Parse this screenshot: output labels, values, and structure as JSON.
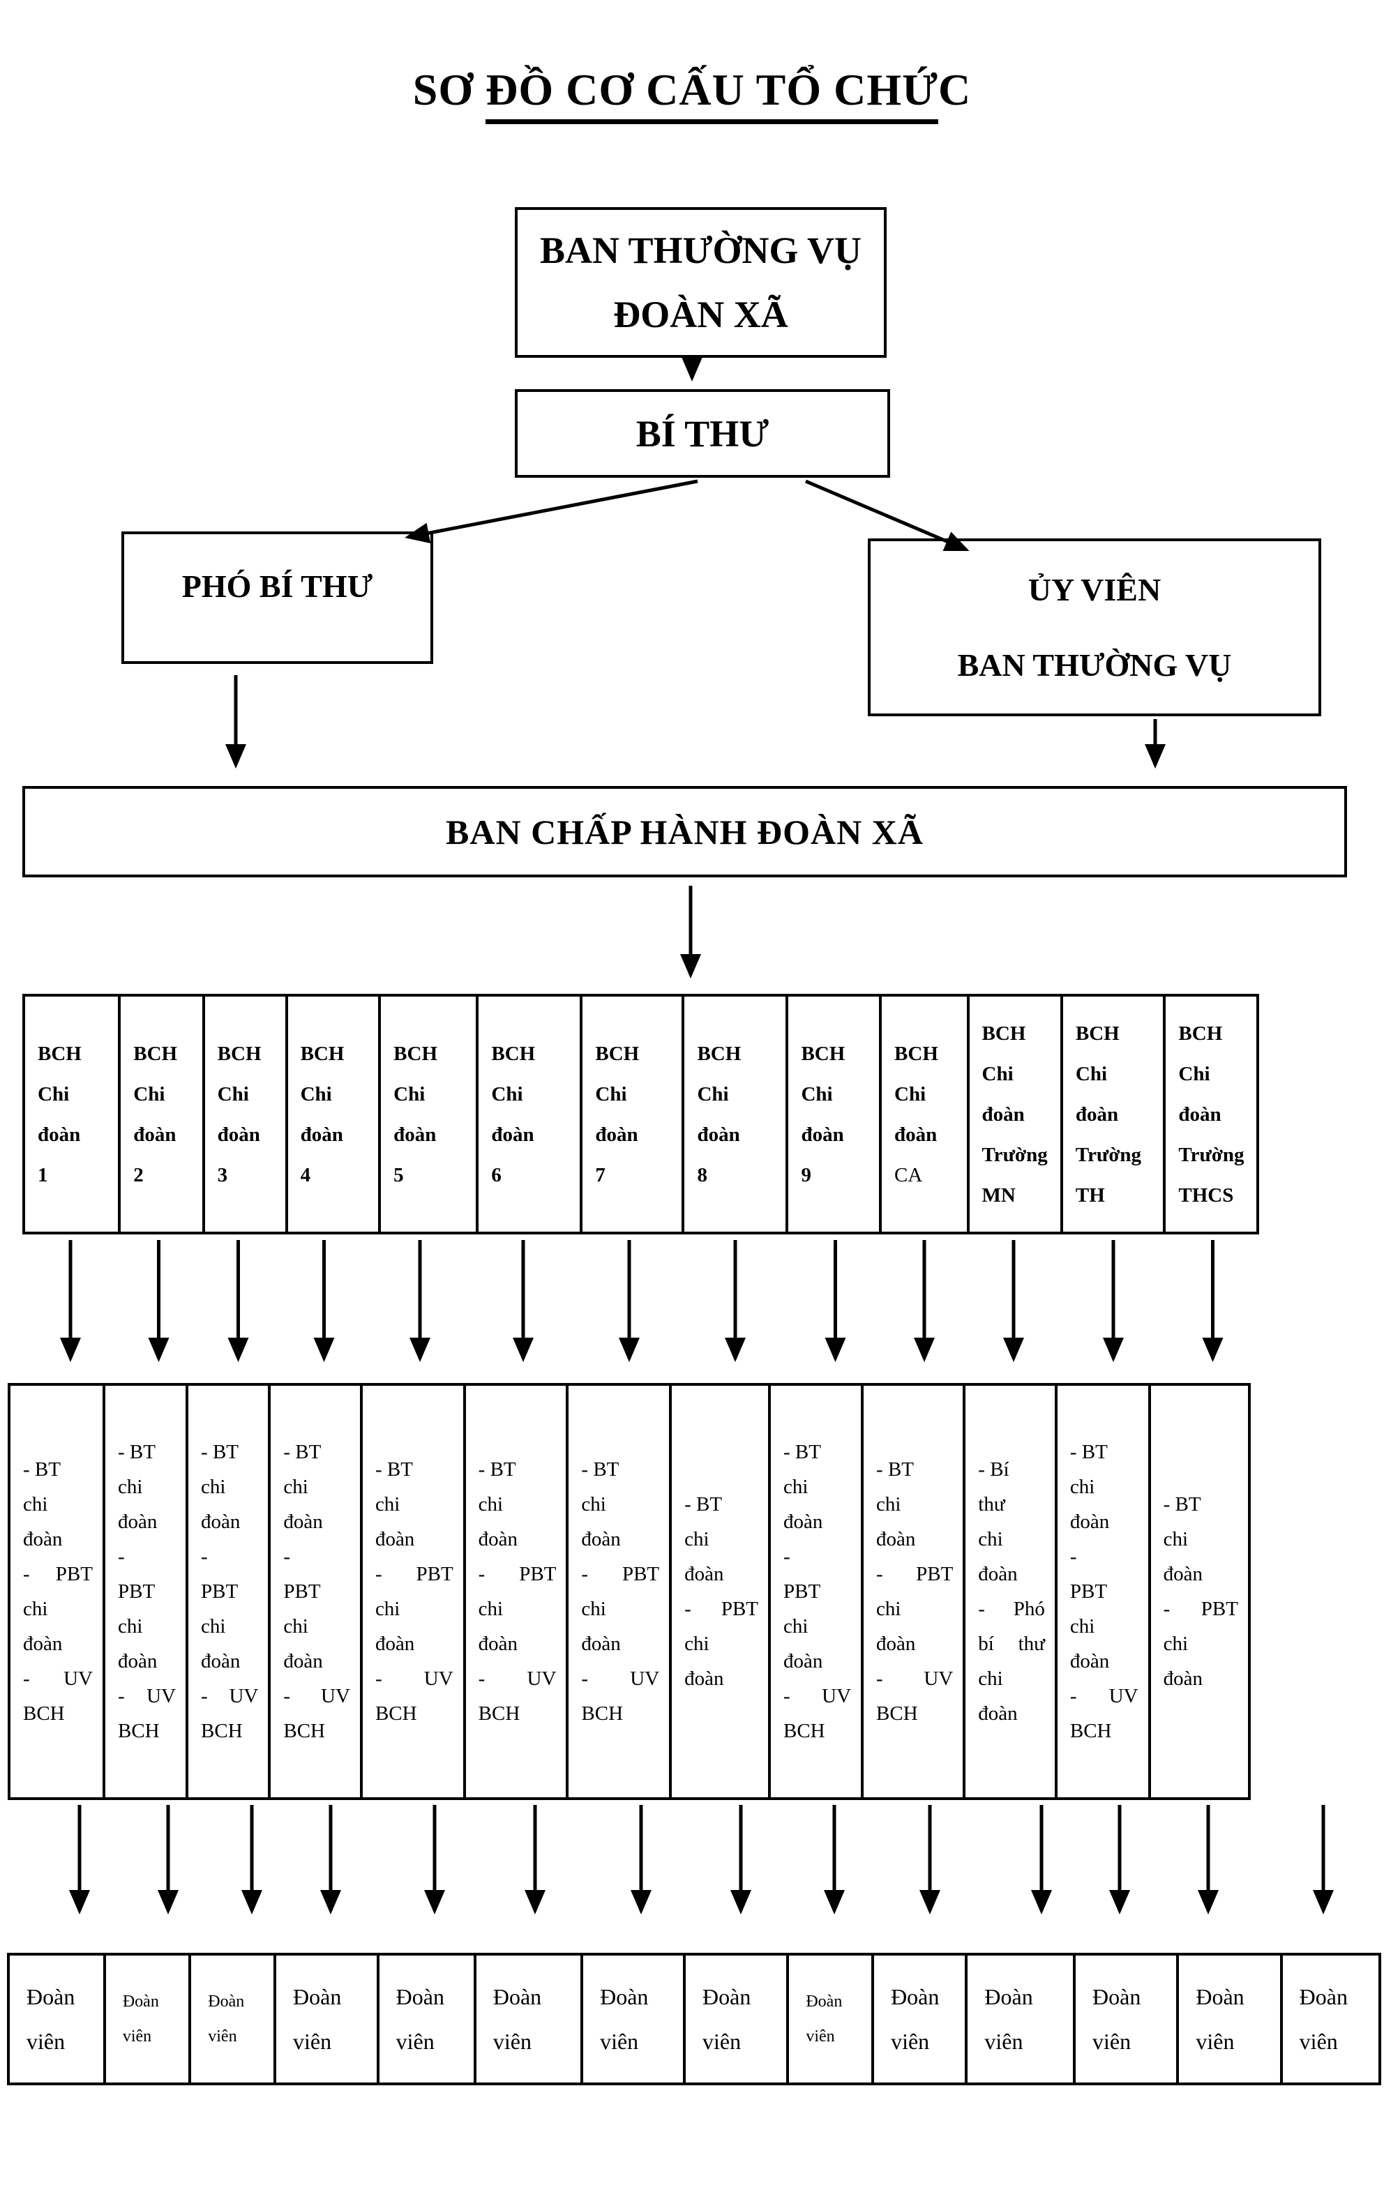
{
  "title": {
    "pre": "SƠ ",
    "underlined": "ĐỒ CƠ CẤU TỔ CHỨ",
    "post": "C"
  },
  "top_box": {
    "lines": [
      "BAN THƯỜNG VỤ",
      "ĐOÀN XÃ"
    ]
  },
  "secretary_box": {
    "label": "BÍ THƯ"
  },
  "deputy_box": {
    "label": "PHÓ BÍ THƯ"
  },
  "member_box": {
    "lines": [
      "ỦY VIÊN",
      "BAN THƯỜNG VỤ"
    ]
  },
  "executive_box": {
    "label": "BAN CHẤP HÀNH ĐOÀN XÃ"
  },
  "bch_row": {
    "cells": [
      {
        "lines": [
          "BCH",
          "Chi",
          "đoàn",
          "1"
        ]
      },
      {
        "lines": [
          "BCH",
          "Chi",
          "đoàn",
          "2"
        ]
      },
      {
        "lines": [
          "BCH",
          "Chi",
          "đoàn",
          "3"
        ]
      },
      {
        "lines": [
          "BCH",
          "Chi",
          "đoàn",
          "4"
        ]
      },
      {
        "lines": [
          "BCH",
          "Chi đoàn",
          "5"
        ]
      },
      {
        "lines": [
          "BCH",
          "Chi đoàn",
          "6"
        ]
      },
      {
        "lines": [
          "BCH",
          "Chi đoàn",
          "7"
        ]
      },
      {
        "lines": [
          "BCH",
          "Chi đoàn",
          "8"
        ]
      },
      {
        "lines": [
          "BCH",
          "Chi",
          "đoàn",
          "9"
        ]
      },
      {
        "lines": [
          "BCH",
          "Chi",
          "đoàn",
          "CA"
        ],
        "last_line_regular": true
      },
      {
        "lines": [
          "BCH",
          "Chi",
          "đoàn",
          "Trường",
          "MN"
        ]
      },
      {
        "lines": [
          "BCH",
          "Chi đoàn",
          "Trường",
          "TH"
        ]
      },
      {
        "lines": [
          "BCH",
          "Chi",
          "đoàn",
          "Trường",
          "THCS"
        ]
      }
    ]
  },
  "detail_row": {
    "cells": [
      {
        "lines": [
          "- BT",
          "chi",
          "đoàn",
          "- PBT",
          "chi",
          "đoàn",
          "- UV",
          "BCH"
        ]
      },
      {
        "lines": [
          "- BT",
          "chi",
          "đoàn",
          "-",
          "PBT",
          "chi",
          "đoàn",
          "- UV",
          "BCH"
        ]
      },
      {
        "lines": [
          "- BT",
          "chi",
          "đoàn",
          "-",
          "PBT",
          "chi",
          "đoàn",
          "- UV",
          "BCH"
        ]
      },
      {
        "lines": [
          "- BT",
          "chi",
          "đoàn",
          "-",
          "PBT",
          "chi",
          "đoàn",
          "- UV",
          "BCH"
        ]
      },
      {
        "lines": [
          "- BT",
          "chi",
          "đoàn",
          "- PBT",
          "chi",
          "đoàn",
          "- UV",
          "BCH"
        ]
      },
      {
        "lines": [
          "- BT",
          "chi",
          "đoàn",
          "- PBT",
          "chi",
          "đoàn",
          "- UV",
          "BCH"
        ]
      },
      {
        "lines": [
          "- BT",
          "chi",
          "đoàn",
          "- PBT",
          "chi",
          "đoàn",
          "- UV",
          "BCH"
        ]
      },
      {
        "lines": [
          "- BT",
          "chi",
          "đoàn",
          "- PBT",
          "chi",
          "đoàn"
        ]
      },
      {
        "lines": [
          "- BT",
          "chi",
          "đoàn",
          "-",
          "PBT",
          "chi",
          "đoàn",
          "- UV",
          "BCH"
        ]
      },
      {
        "lines": [
          "- BT",
          "chi",
          "đoàn",
          "- PBT",
          "chi",
          "đoàn",
          "- UV",
          "BCH"
        ]
      },
      {
        "lines": [
          "- Bí",
          "thư",
          "chi",
          "đoàn",
          "- Phó",
          "bí thư",
          "chi",
          "đoàn"
        ]
      },
      {
        "lines": [
          "- BT",
          "chi",
          "đoàn",
          "-",
          "PBT",
          "chi",
          "đoàn",
          "- UV",
          "BCH"
        ]
      },
      {
        "lines": [
          "- BT",
          "chi",
          "đoàn",
          "- PBT",
          "chi",
          "đoàn"
        ]
      }
    ]
  },
  "member_row": {
    "cells": [
      {
        "lines": [
          "Đoàn",
          "viên"
        ]
      },
      {
        "lines": [
          "Đoàn",
          "viên"
        ],
        "small": true
      },
      {
        "lines": [
          "Đoàn",
          "viên"
        ],
        "small": true
      },
      {
        "lines": [
          "Đoàn",
          "viên"
        ]
      },
      {
        "lines": [
          "Đoàn",
          "viên"
        ]
      },
      {
        "lines": [
          "Đoàn",
          "viên"
        ]
      },
      {
        "lines": [
          "Đoàn",
          "viên"
        ]
      },
      {
        "lines": [
          "Đoàn",
          "viên"
        ]
      },
      {
        "lines": [
          "Đoàn",
          "viên"
        ],
        "small": true
      },
      {
        "lines": [
          "Đoàn",
          "viên"
        ]
      },
      {
        "lines": [
          "Đoàn",
          "viên"
        ]
      },
      {
        "lines": [
          "Đoàn",
          "viên"
        ]
      },
      {
        "lines": [
          "Đoàn",
          "viên"
        ]
      },
      {
        "lines": [
          "Đoàn",
          "viên"
        ]
      }
    ]
  },
  "colors": {
    "ink": "#000000",
    "paper": "#ffffff"
  }
}
